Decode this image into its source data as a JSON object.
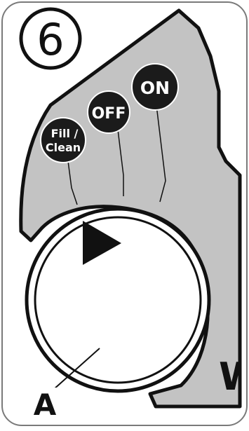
{
  "step_number": "6",
  "dial_settings": {
    "fill_clean": [
      "Fill /",
      "Clean"
    ],
    "off": "OFF",
    "on": "ON"
  },
  "callout_letter": "A",
  "partial_letter": "W",
  "colors": {
    "panel_gray": "#c3c3c3",
    "badge_black": "#1b1b1b",
    "line_black": "#111111",
    "frame_gray": "#7a7a7a"
  },
  "icons": {
    "dial_marker": "play-triangle-icon"
  }
}
